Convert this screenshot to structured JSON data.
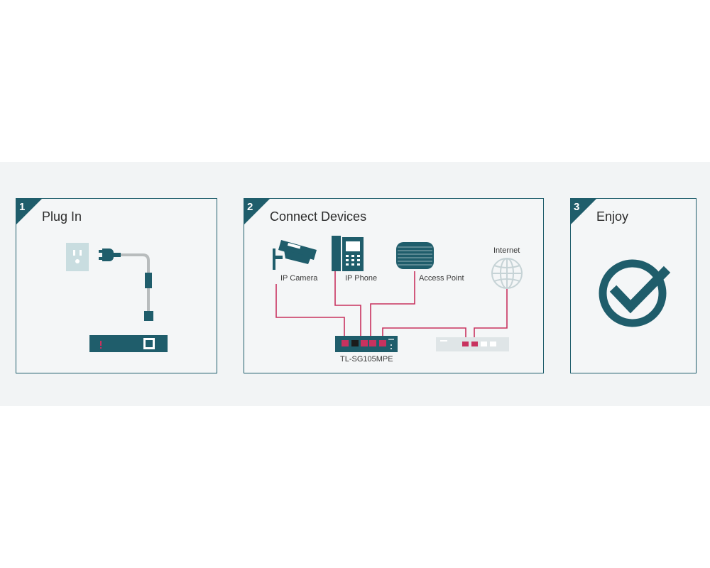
{
  "colors": {
    "accent": "#1f5d6b",
    "cable": "#c8325f",
    "band": "#f2f4f5"
  },
  "steps": [
    {
      "number": "1",
      "title": "Plug In",
      "icons": [
        "outlet-icon",
        "power-plug-icon",
        "switch-device-icon"
      ]
    },
    {
      "number": "2",
      "title": "Connect Devices",
      "icons": [
        "ip-camera-icon",
        "ip-phone-icon",
        "access-point-icon",
        "globe-icon",
        "switch-device-icon",
        "router-icon"
      ]
    },
    {
      "number": "3",
      "title": "Enjoy",
      "icons": [
        "checkmark-circle-icon"
      ]
    }
  ],
  "devices": {
    "ip_camera": "IP Camera",
    "ip_phone": "IP Phone",
    "access_point": "Access Point",
    "internet": "Internet",
    "switch_model": "TL-SG105MPE"
  }
}
